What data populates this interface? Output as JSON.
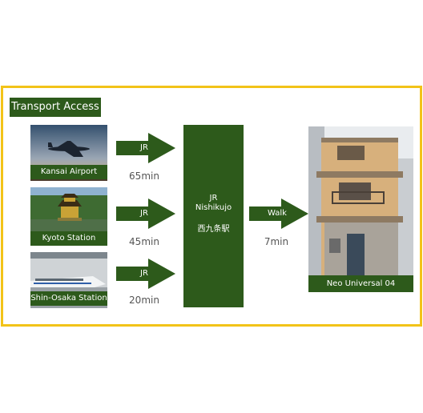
{
  "title": "Transport Access",
  "origins": [
    {
      "label": "Kansai Airport",
      "mode": "JR",
      "time": "65min"
    },
    {
      "label": "Kyoto Station",
      "mode": "JR",
      "time": "45min"
    },
    {
      "label": "Shin-Osaka Station",
      "mode": "JR",
      "time": "20min"
    }
  ],
  "station": {
    "line": "JR",
    "name": "Nishikujo",
    "name_ja": "西九条駅"
  },
  "walk": {
    "mode": "Walk",
    "time": "7min"
  },
  "destination": {
    "label": "Neo Universal 04"
  },
  "colors": {
    "accent": "#2d5a1b",
    "frame": "#f2c318"
  }
}
